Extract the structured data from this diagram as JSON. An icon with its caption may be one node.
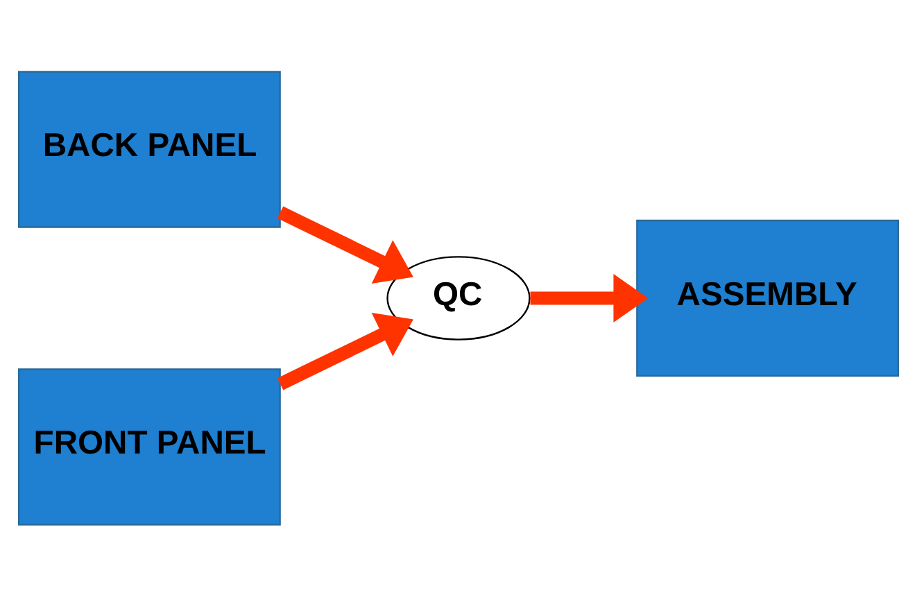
{
  "diagram": {
    "nodes": [
      {
        "text": [
          "BACK PANEL"
        ]
      },
      {
        "text": [
          "QC"
        ]
      },
      {
        "text": [
          "ASSEMBLY"
        ]
      },
      {
        "text": [
          "FRONT PANEL"
        ]
      }
    ],
    "edges": [
      {
        "from": 0,
        "to": 1,
        "arrow": "to"
      },
      {
        "from": 3,
        "to": 1,
        "arrow": "to"
      },
      {
        "from": 1,
        "to": 2,
        "arrow": "to"
      }
    ]
  }
}
